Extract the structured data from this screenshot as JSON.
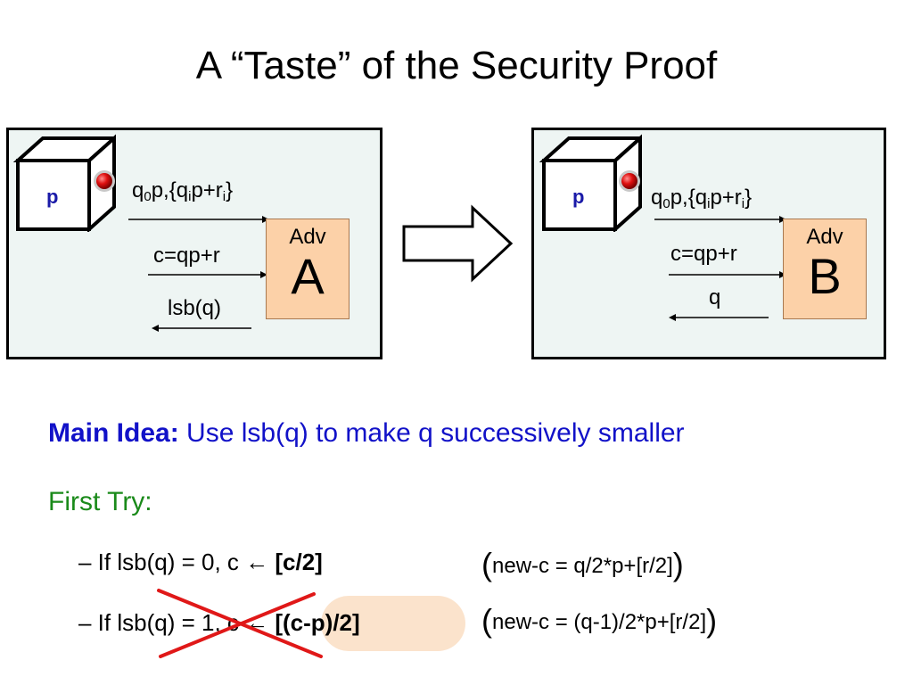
{
  "title": "A “Taste” of the Security Proof",
  "left_panel": {
    "cube_label": "p",
    "msg1_prefix": "q",
    "msg1_sub0": "0",
    "msg1_mid": "p,{q",
    "msg1_subi": "i",
    "msg1_mid2": "p+r",
    "msg1_subi2": "i",
    "msg1_suffix": "}",
    "msg2": "c=qp+r",
    "msg3": "lsb(q)",
    "adv_small": "Adv",
    "adv_big": "A"
  },
  "right_panel": {
    "cube_label": "p",
    "msg1_prefix": "q",
    "msg1_sub0": "0",
    "msg1_mid": "p,{q",
    "msg1_subi": "i",
    "msg1_mid2": "p+r",
    "msg1_subi2": "i",
    "msg1_suffix": "}",
    "msg2": "c=qp+r",
    "msg3": "q",
    "adv_small": "Adv",
    "adv_big": "B"
  },
  "main_idea": {
    "label": "Main Idea:",
    "text": "Use lsb(q) to make q successively smaller"
  },
  "first_try": "First Try:",
  "cases": [
    {
      "prefix": "– If lsb(q) = 0, c ← ",
      "result": "[c/2]",
      "note": "new-c = q/2*p+[r/2]"
    },
    {
      "prefix": "– If lsb(q) = 1, c ← ",
      "result": "[(c-p)/2]",
      "note": "new-c = (q-1)/2*p+[r/2]"
    }
  ],
  "colors": {
    "frame_bg": "#eef5f3",
    "adv_fill": "#fcd1a8",
    "main_idea": "#1111c8",
    "first_try": "#1a8a1a",
    "cross": "#e01818",
    "highlight": "#fbe3cc"
  }
}
